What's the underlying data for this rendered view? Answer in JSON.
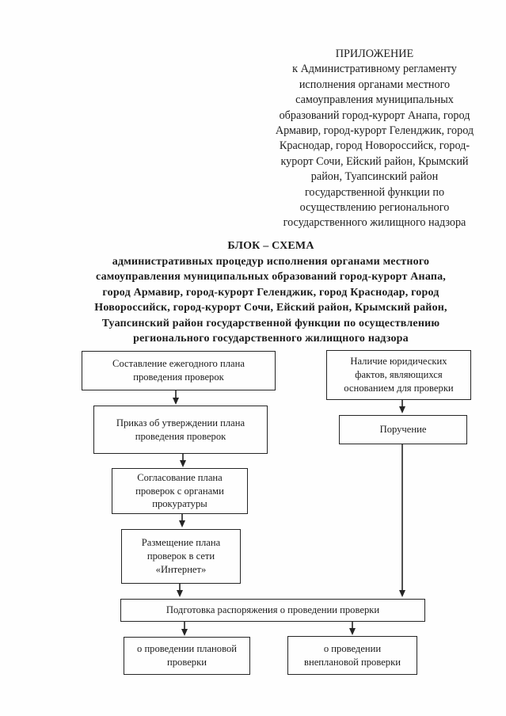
{
  "appendix": {
    "lines": [
      "ПРИЛОЖЕНИЕ",
      "к Административному регламенту",
      "исполнения органами местного",
      "самоуправления муниципальных",
      "образований город-курорт Анапа, город",
      "Армавир, город-курорт Геленджик, город",
      "Краснодар, город Новороссийск, город-",
      "курорт Сочи, Ейский район, Крымский",
      "район, Туапсинский район",
      "государственной функции по",
      "осуществлению регионального",
      "государственного жилищного надзора"
    ]
  },
  "title": {
    "lines": [
      "БЛОК – СХЕМА",
      "административных процедур исполнения органами местного",
      "самоуправления муниципальных образований город-курорт Анапа,",
      "город Армавир, город-курорт Геленджик, город Краснодар, город",
      "Новороссийск, город-курорт Сочи, Ейский район, Крымский район,",
      "Туапсинский район государственной функции по осуществлению",
      "регионального государственного жилищного надзора"
    ]
  },
  "flowchart": {
    "ink_color": "#252525",
    "boxes": {
      "annual_plan": {
        "lines": [
          "Составление ежегодного плана",
          "проведения проверок"
        ]
      },
      "legal_facts": {
        "lines": [
          "Наличие юридических",
          "фактов, являющихся",
          "основанием для проверки"
        ]
      },
      "approval_order": {
        "lines": [
          "Приказ об утверждении плана",
          "проведения  проверок"
        ]
      },
      "assignment": {
        "lines": [
          "Поручение"
        ]
      },
      "prosecutor_approval": {
        "lines": [
          "Согласование плана",
          "проверок с органами",
          "прокуратуры"
        ]
      },
      "internet_publication": {
        "lines": [
          "Размещение плана",
          "проверок в сети",
          "«Интернет»"
        ]
      },
      "order_preparation": {
        "lines": [
          "Подготовка распоряжения о проведении проверки"
        ]
      },
      "scheduled_inspection": {
        "lines": [
          "о проведении плановой",
          "проверки"
        ]
      },
      "unscheduled_inspection": {
        "lines": [
          "о проведении",
          "внеплановой проверки"
        ]
      }
    }
  }
}
